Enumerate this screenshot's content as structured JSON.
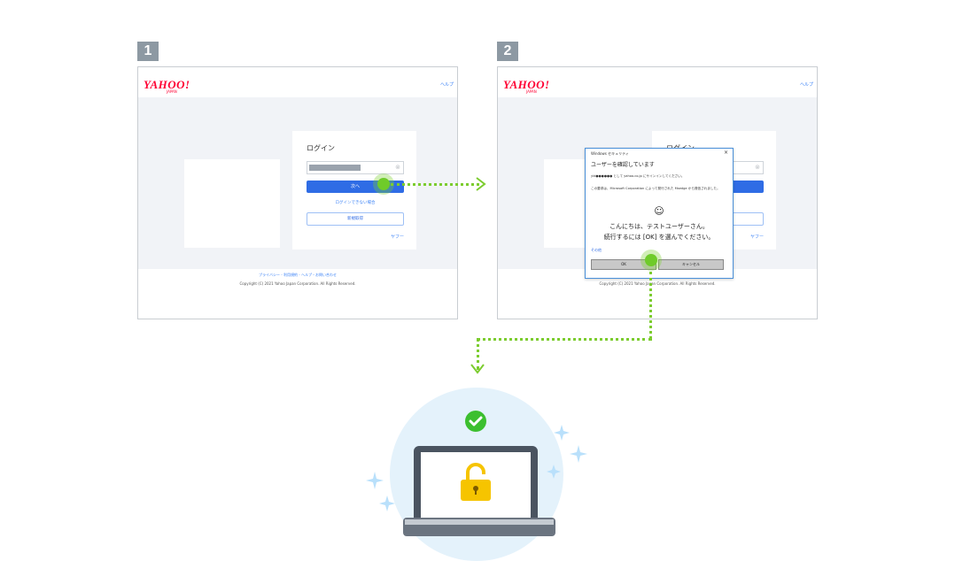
{
  "steps": [
    {
      "number": "1"
    },
    {
      "number": "2"
    }
  ],
  "screen1": {
    "logo": "YAHOO!",
    "logo_sub": "JAPAN",
    "help": "ヘルプ",
    "login_title": "ログイン",
    "next_button": "次へ",
    "cant_login": "ログインできない場合",
    "signup_button": "新規取得",
    "brand_mark": "ヤフー",
    "footer_links": "プライバシー - 利用規約 - ヘルプ・お問い合わせ",
    "copyright": "Copyright (C) 2021 Yahoo Japan Corporation. All Rights Reserved."
  },
  "screen2": {
    "logo": "YAHOO!",
    "logo_sub": "JAPAN",
    "help": "ヘルプ",
    "login_title": "ログイン",
    "brand_mark": "ヤフー",
    "copyright": "Copyright (C) 2021 Yahoo Japan Corporation. All Rights Reserved.",
    "dialog": {
      "title": "Windows セキュリティ",
      "close": "×",
      "heading": "ユーザーを確認しています",
      "line1": "yid●●●●●● として yahoo.co.jp にサインインしてください。",
      "line2": "この要求は、Microsoft Corporation によって発行された Msedge から発信されました。",
      "smile": "☺",
      "greeting": "こんにちは、テストユーザーさん。",
      "continue": "続行するには [OK] を選んでください。",
      "more": "その他",
      "ok_button": "OK",
      "cancel_button": "キャンセル"
    }
  },
  "illustration": {
    "check_color": "#3cbf2f",
    "lock_color": "#f6c400",
    "sparkle_color": "#b9e0fb"
  }
}
